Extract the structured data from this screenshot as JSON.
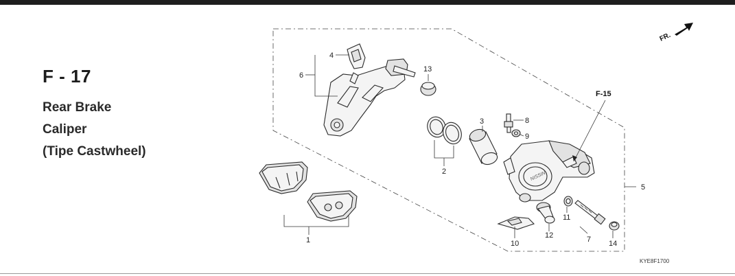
{
  "header": {
    "page_code": "F - 17",
    "title_lines": [
      "Rear Brake",
      "Caliper",
      "(Tipe Castwheel)"
    ]
  },
  "diagram": {
    "callouts": [
      "1",
      "2",
      "3",
      "4",
      "5",
      "6",
      "7",
      "8",
      "9",
      "10",
      "11",
      "12",
      "13",
      "14"
    ],
    "reference": "F-15",
    "direction_label": "FR.",
    "diagram_code": "KYE8F1700",
    "caliper_brand": "NISSIN"
  },
  "colors": {
    "top_bar": "#1e1e1e",
    "line": "#2a2a2a",
    "background": "#ffffff"
  }
}
